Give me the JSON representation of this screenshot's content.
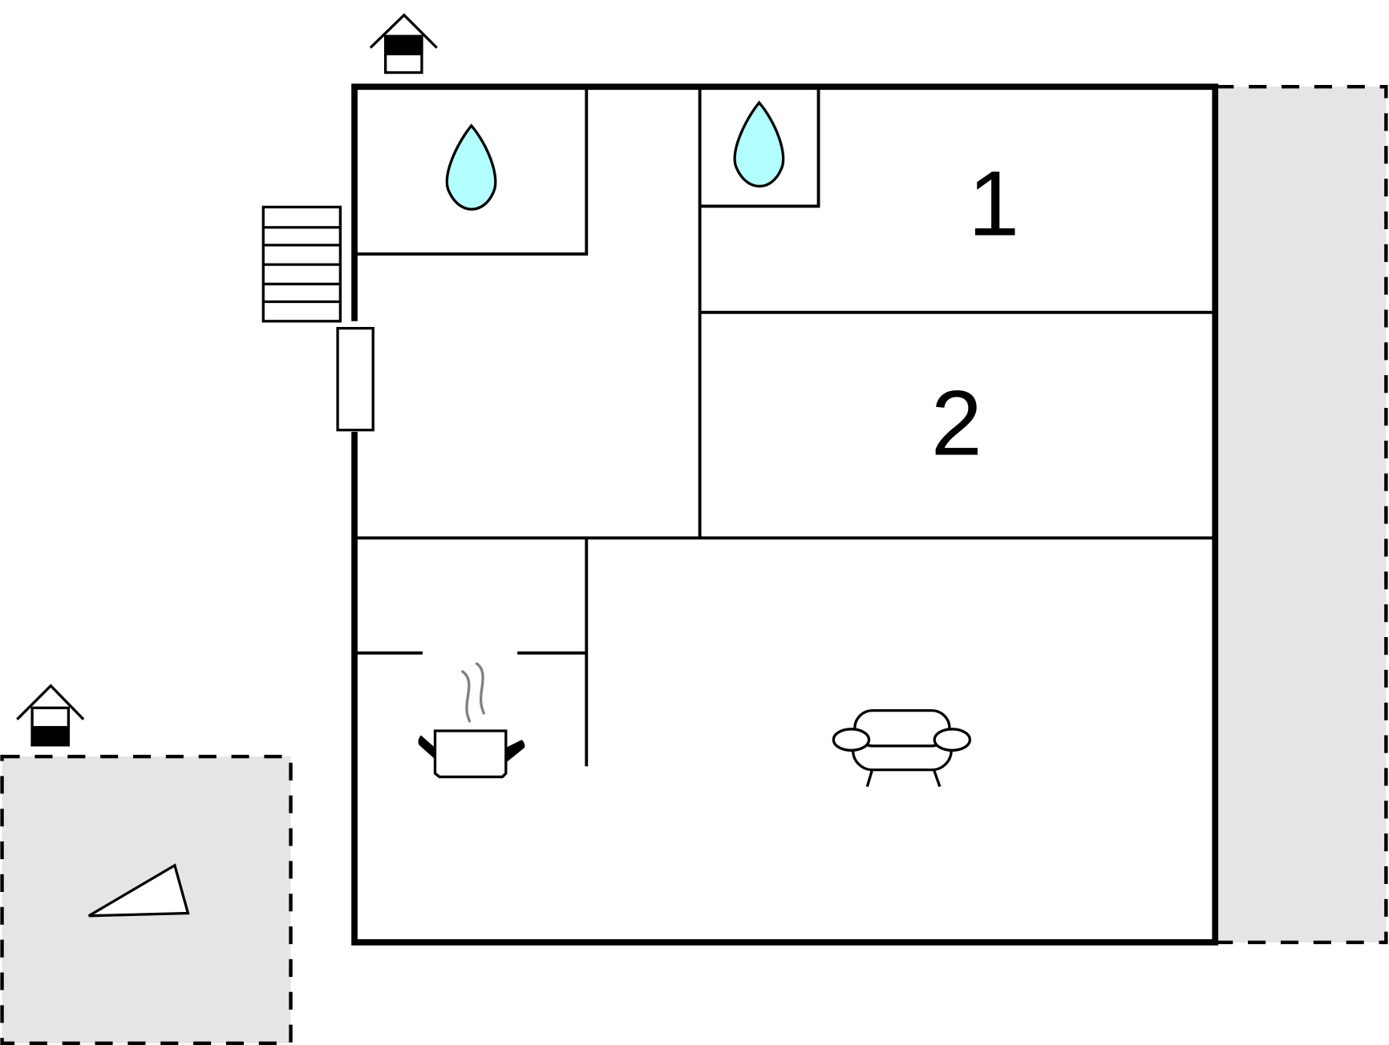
{
  "floorplan": {
    "rooms": [
      {
        "label": "1",
        "type": "bedroom"
      },
      {
        "label": "2",
        "type": "bedroom"
      }
    ],
    "icons": [
      "entrance-icon",
      "entrance-icon",
      "water-drop-icon",
      "water-drop-icon",
      "stairs-icon",
      "door-icon",
      "cooking-pot-icon",
      "sofa-icon",
      "terrace-triangle-icon"
    ],
    "colors": {
      "wall": "#000000",
      "outdoor_area": "#e5e5e5",
      "water": "#b3ffff",
      "steam": "#808080"
    }
  }
}
